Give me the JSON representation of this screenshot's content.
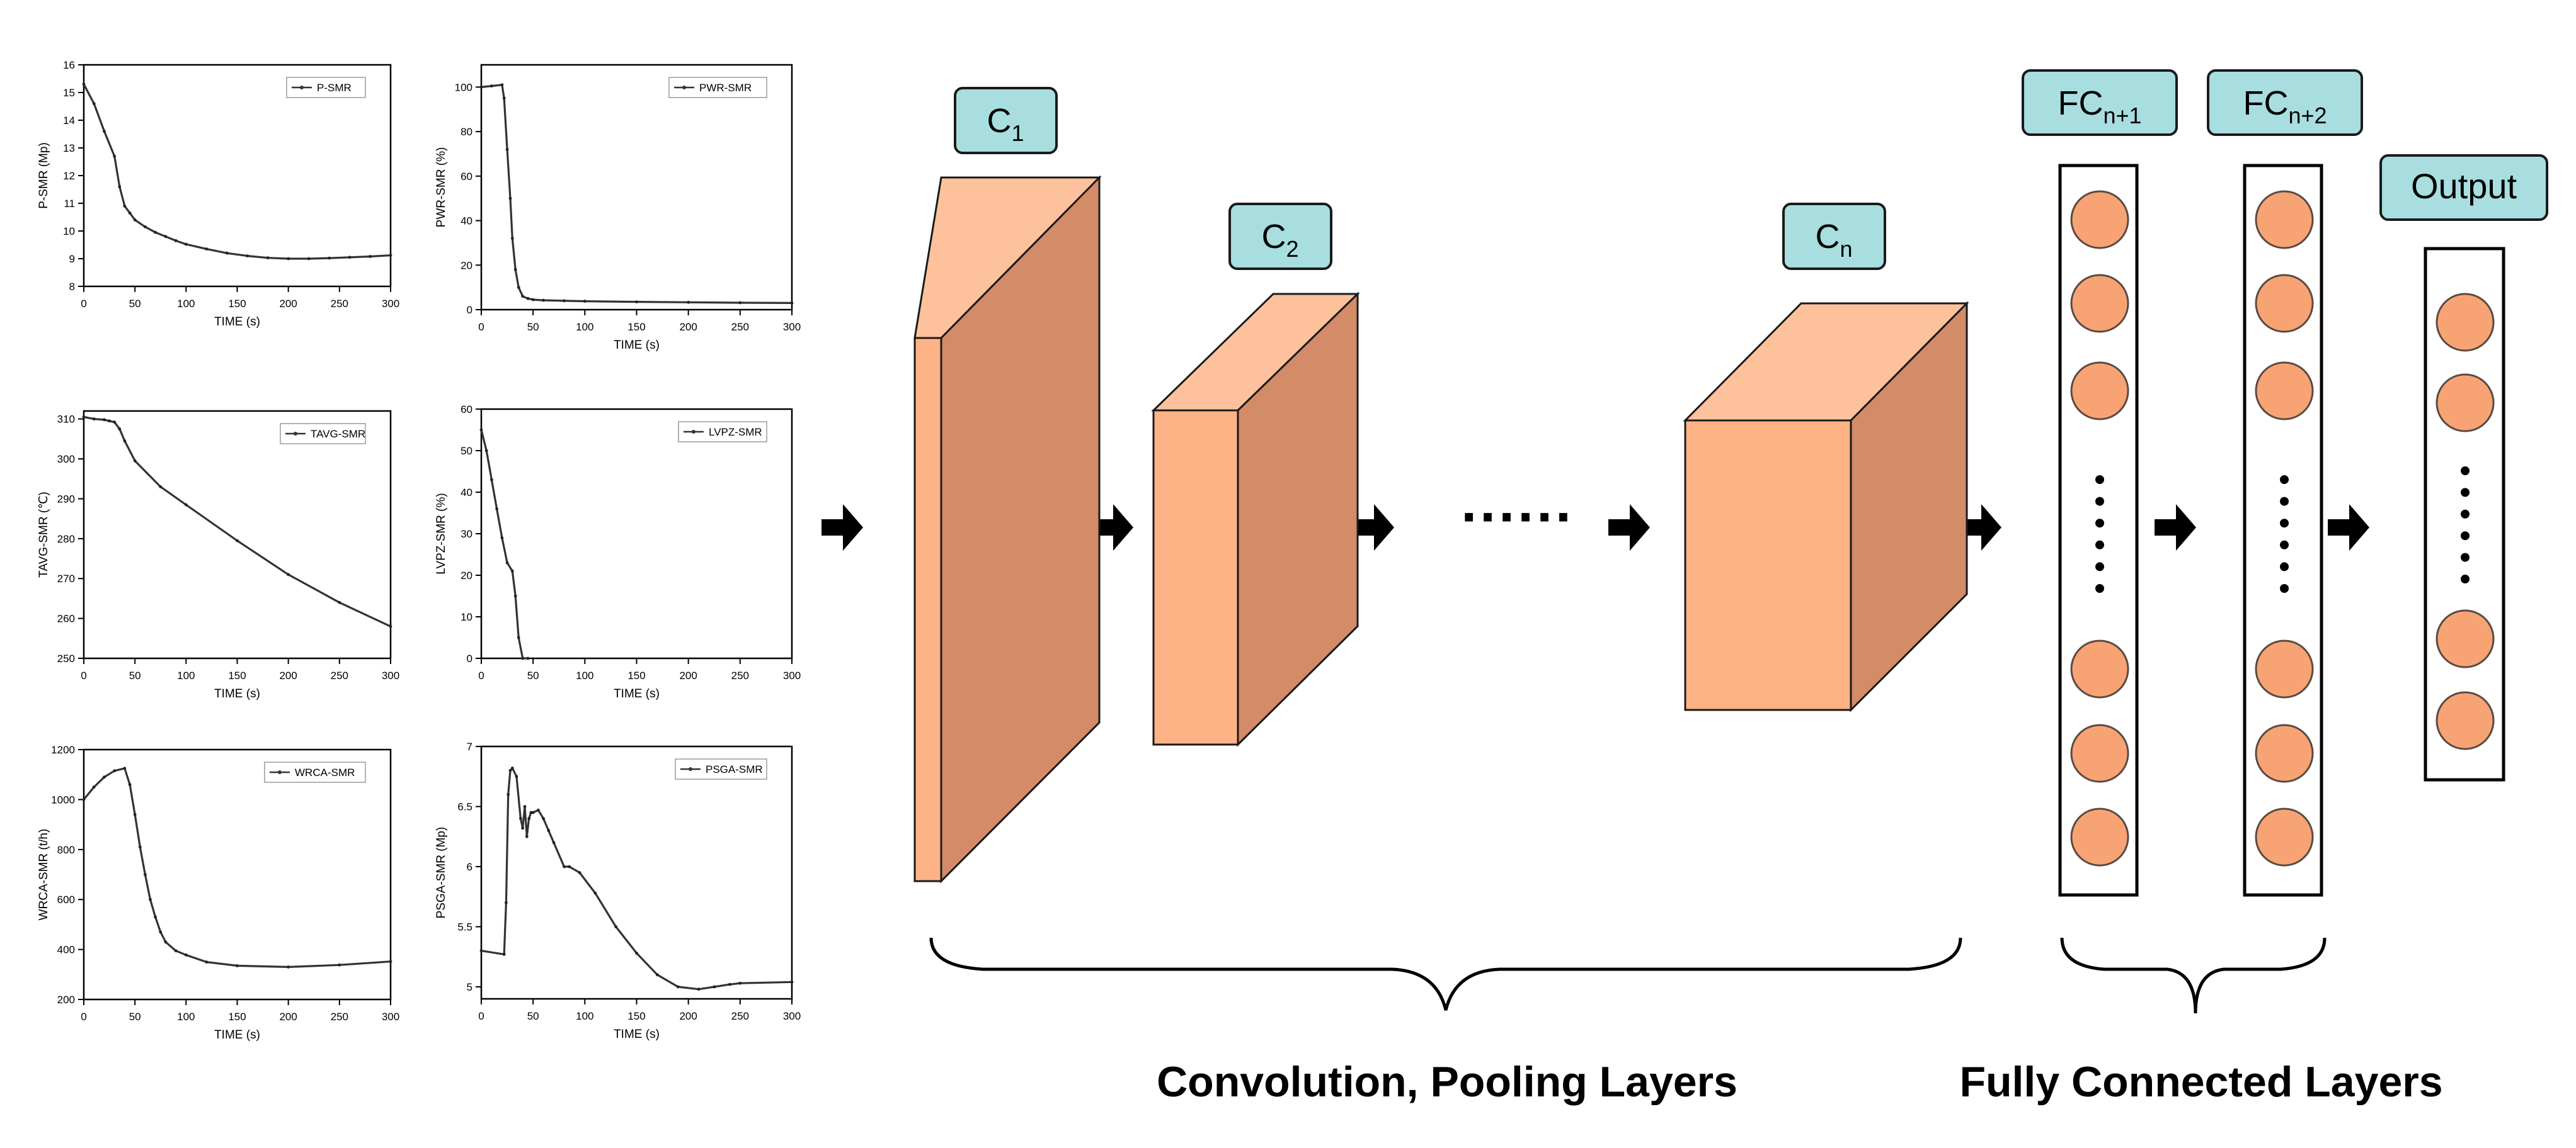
{
  "chart_data": [
    {
      "type": "line",
      "series": [
        {
          "name": "P-SMR",
          "x": [
            0,
            10,
            20,
            30,
            35,
            40,
            45,
            50,
            60,
            70,
            80,
            90,
            100,
            120,
            140,
            160,
            180,
            200,
            220,
            240,
            260,
            280,
            300
          ],
          "y": [
            15.3,
            14.6,
            13.6,
            12.7,
            11.6,
            10.9,
            10.65,
            10.4,
            10.15,
            9.95,
            9.8,
            9.65,
            9.52,
            9.35,
            9.2,
            9.1,
            9.03,
            9.0,
            9.0,
            9.02,
            9.05,
            9.08,
            9.12
          ]
        }
      ],
      "xlabel": "TIME (s)",
      "ylabel": "P-SMR (Mp)",
      "xlim": [
        0,
        300
      ],
      "ylim": [
        8,
        16
      ],
      "xticks": [
        0,
        50,
        100,
        150,
        200,
        250,
        300
      ],
      "yticks": [
        8,
        9,
        10,
        11,
        12,
        13,
        14,
        15,
        16
      ],
      "legend": "top-right",
      "grid": false
    },
    {
      "type": "line",
      "series": [
        {
          "name": "PWR-SMR",
          "x": [
            0,
            10,
            20,
            22,
            25,
            28,
            30,
            33,
            36,
            40,
            45,
            50,
            60,
            80,
            100,
            150,
            200,
            250,
            300
          ],
          "y": [
            100,
            100.5,
            101,
            95,
            72,
            50,
            32,
            18,
            10,
            6,
            5,
            4.5,
            4.2,
            4,
            3.8,
            3.5,
            3.3,
            3.1,
            3
          ]
        }
      ],
      "xlabel": "TIME (s)",
      "ylabel": "PWR-SMR (%)",
      "xlim": [
        0,
        300
      ],
      "ylim": [
        0,
        110
      ],
      "xticks": [
        0,
        50,
        100,
        150,
        200,
        250,
        300
      ],
      "yticks": [
        0,
        20,
        40,
        60,
        80,
        100
      ],
      "legend": "top-right",
      "grid": false
    },
    {
      "type": "line",
      "series": [
        {
          "name": "TAVG-SMR",
          "x": [
            0,
            10,
            20,
            25,
            30,
            35,
            40,
            50,
            75,
            100,
            150,
            200,
            250,
            300
          ],
          "y": [
            310.5,
            310,
            309.8,
            309.5,
            309.2,
            307.5,
            304.5,
            299.5,
            293,
            288.5,
            279.5,
            271,
            264,
            258
          ]
        }
      ],
      "xlabel": "TIME (s)",
      "ylabel": "TAVG-SMR (℃)",
      "xlim": [
        0,
        300
      ],
      "ylim": [
        250,
        312
      ],
      "xticks": [
        0,
        50,
        100,
        150,
        200,
        250,
        300
      ],
      "yticks": [
        250,
        260,
        270,
        280,
        290,
        300,
        310
      ],
      "legend": "top-right",
      "grid": false
    },
    {
      "type": "line",
      "series": [
        {
          "name": "LVPZ-SMR",
          "x": [
            0,
            5,
            10,
            15,
            20,
            25,
            30,
            33,
            36,
            40,
            45
          ],
          "y": [
            55,
            50,
            43,
            36,
            29,
            23,
            21,
            15,
            5,
            0,
            0
          ]
        }
      ],
      "xlabel": "TIME (s)",
      "ylabel": "LVPZ-SMR (%)",
      "xlim": [
        0,
        300
      ],
      "ylim": [
        0,
        60
      ],
      "xticks": [
        0,
        50,
        100,
        150,
        200,
        250,
        300
      ],
      "yticks": [
        0,
        10,
        20,
        30,
        40,
        50,
        60
      ],
      "legend": "top-right",
      "grid": false
    },
    {
      "type": "line",
      "series": [
        {
          "name": "WRCA-SMR",
          "x": [
            0,
            10,
            20,
            30,
            40,
            45,
            50,
            55,
            60,
            65,
            70,
            75,
            80,
            90,
            100,
            120,
            150,
            200,
            250,
            300
          ],
          "y": [
            1000,
            1050,
            1090,
            1115,
            1125,
            1060,
            940,
            810,
            700,
            600,
            530,
            470,
            430,
            395,
            378,
            350,
            335,
            330,
            338,
            352
          ]
        }
      ],
      "xlabel": "TIME (s)",
      "ylabel": "WRCA-SMR (t/h)",
      "xlim": [
        0,
        300
      ],
      "ylim": [
        200,
        1200
      ],
      "xticks": [
        0,
        50,
        100,
        150,
        200,
        250,
        300
      ],
      "yticks": [
        200,
        400,
        600,
        800,
        1000,
        1200
      ],
      "legend": "top-right",
      "grid": false
    },
    {
      "type": "line",
      "series": [
        {
          "name": "PSGA-SMR",
          "x": [
            0,
            22,
            24,
            26,
            28,
            30,
            34,
            38,
            40,
            42,
            44,
            46,
            48,
            50,
            55,
            60,
            65,
            70,
            80,
            85,
            95,
            110,
            130,
            150,
            170,
            190,
            210,
            225,
            240,
            250,
            300
          ],
          "y": [
            5.3,
            5.27,
            5.7,
            6.6,
            6.8,
            6.82,
            6.75,
            6.4,
            6.32,
            6.5,
            6.25,
            6.4,
            6.45,
            6.45,
            6.47,
            6.4,
            6.3,
            6.2,
            6.0,
            6.0,
            5.95,
            5.78,
            5.5,
            5.28,
            5.1,
            5.0,
            4.98,
            5.0,
            5.02,
            5.03,
            5.04
          ]
        }
      ],
      "xlabel": "TIME (s)",
      "ylabel": "PSGA-SMR (Mp)",
      "xlim": [
        0,
        300
      ],
      "ylim": [
        4.9,
        7.0
      ],
      "xticks": [
        0,
        50,
        100,
        150,
        200,
        250,
        300
      ],
      "yticks": [
        5.0,
        5.5,
        6.0,
        6.5,
        7.0
      ],
      "legend": "top-right",
      "grid": false
    }
  ],
  "diagram": {
    "conv_labels": [
      {
        "base": "C",
        "sub": "1"
      },
      {
        "base": "C",
        "sub": "2"
      },
      {
        "base": "C",
        "sub": "n"
      }
    ],
    "fc_labels": [
      {
        "base": "FC",
        "sub": "n+1"
      },
      {
        "base": "FC",
        "sub": "n+2"
      }
    ],
    "output_label": "Output",
    "ellipsis": "······",
    "conv_section_title": "Convolution, Pooling Layers",
    "fc_section_title": "Fully Connected Layers",
    "colors": {
      "block_front": "#FDB385",
      "block_top": "#FDC29C",
      "block_side": "#D48B68",
      "neuron": "#F8A374",
      "label_fill": "#A8DEE0",
      "label_border": "#1A1A1A",
      "arrow": "#000000"
    }
  }
}
